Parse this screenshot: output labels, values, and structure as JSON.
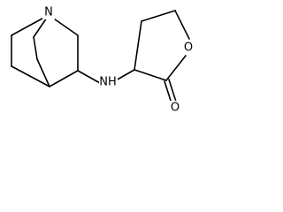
{
  "molecule": {
    "atoms": {
      "n_ring": "N",
      "nh": "NH",
      "o_ring": "O",
      "o_carbonyl": "O"
    }
  }
}
